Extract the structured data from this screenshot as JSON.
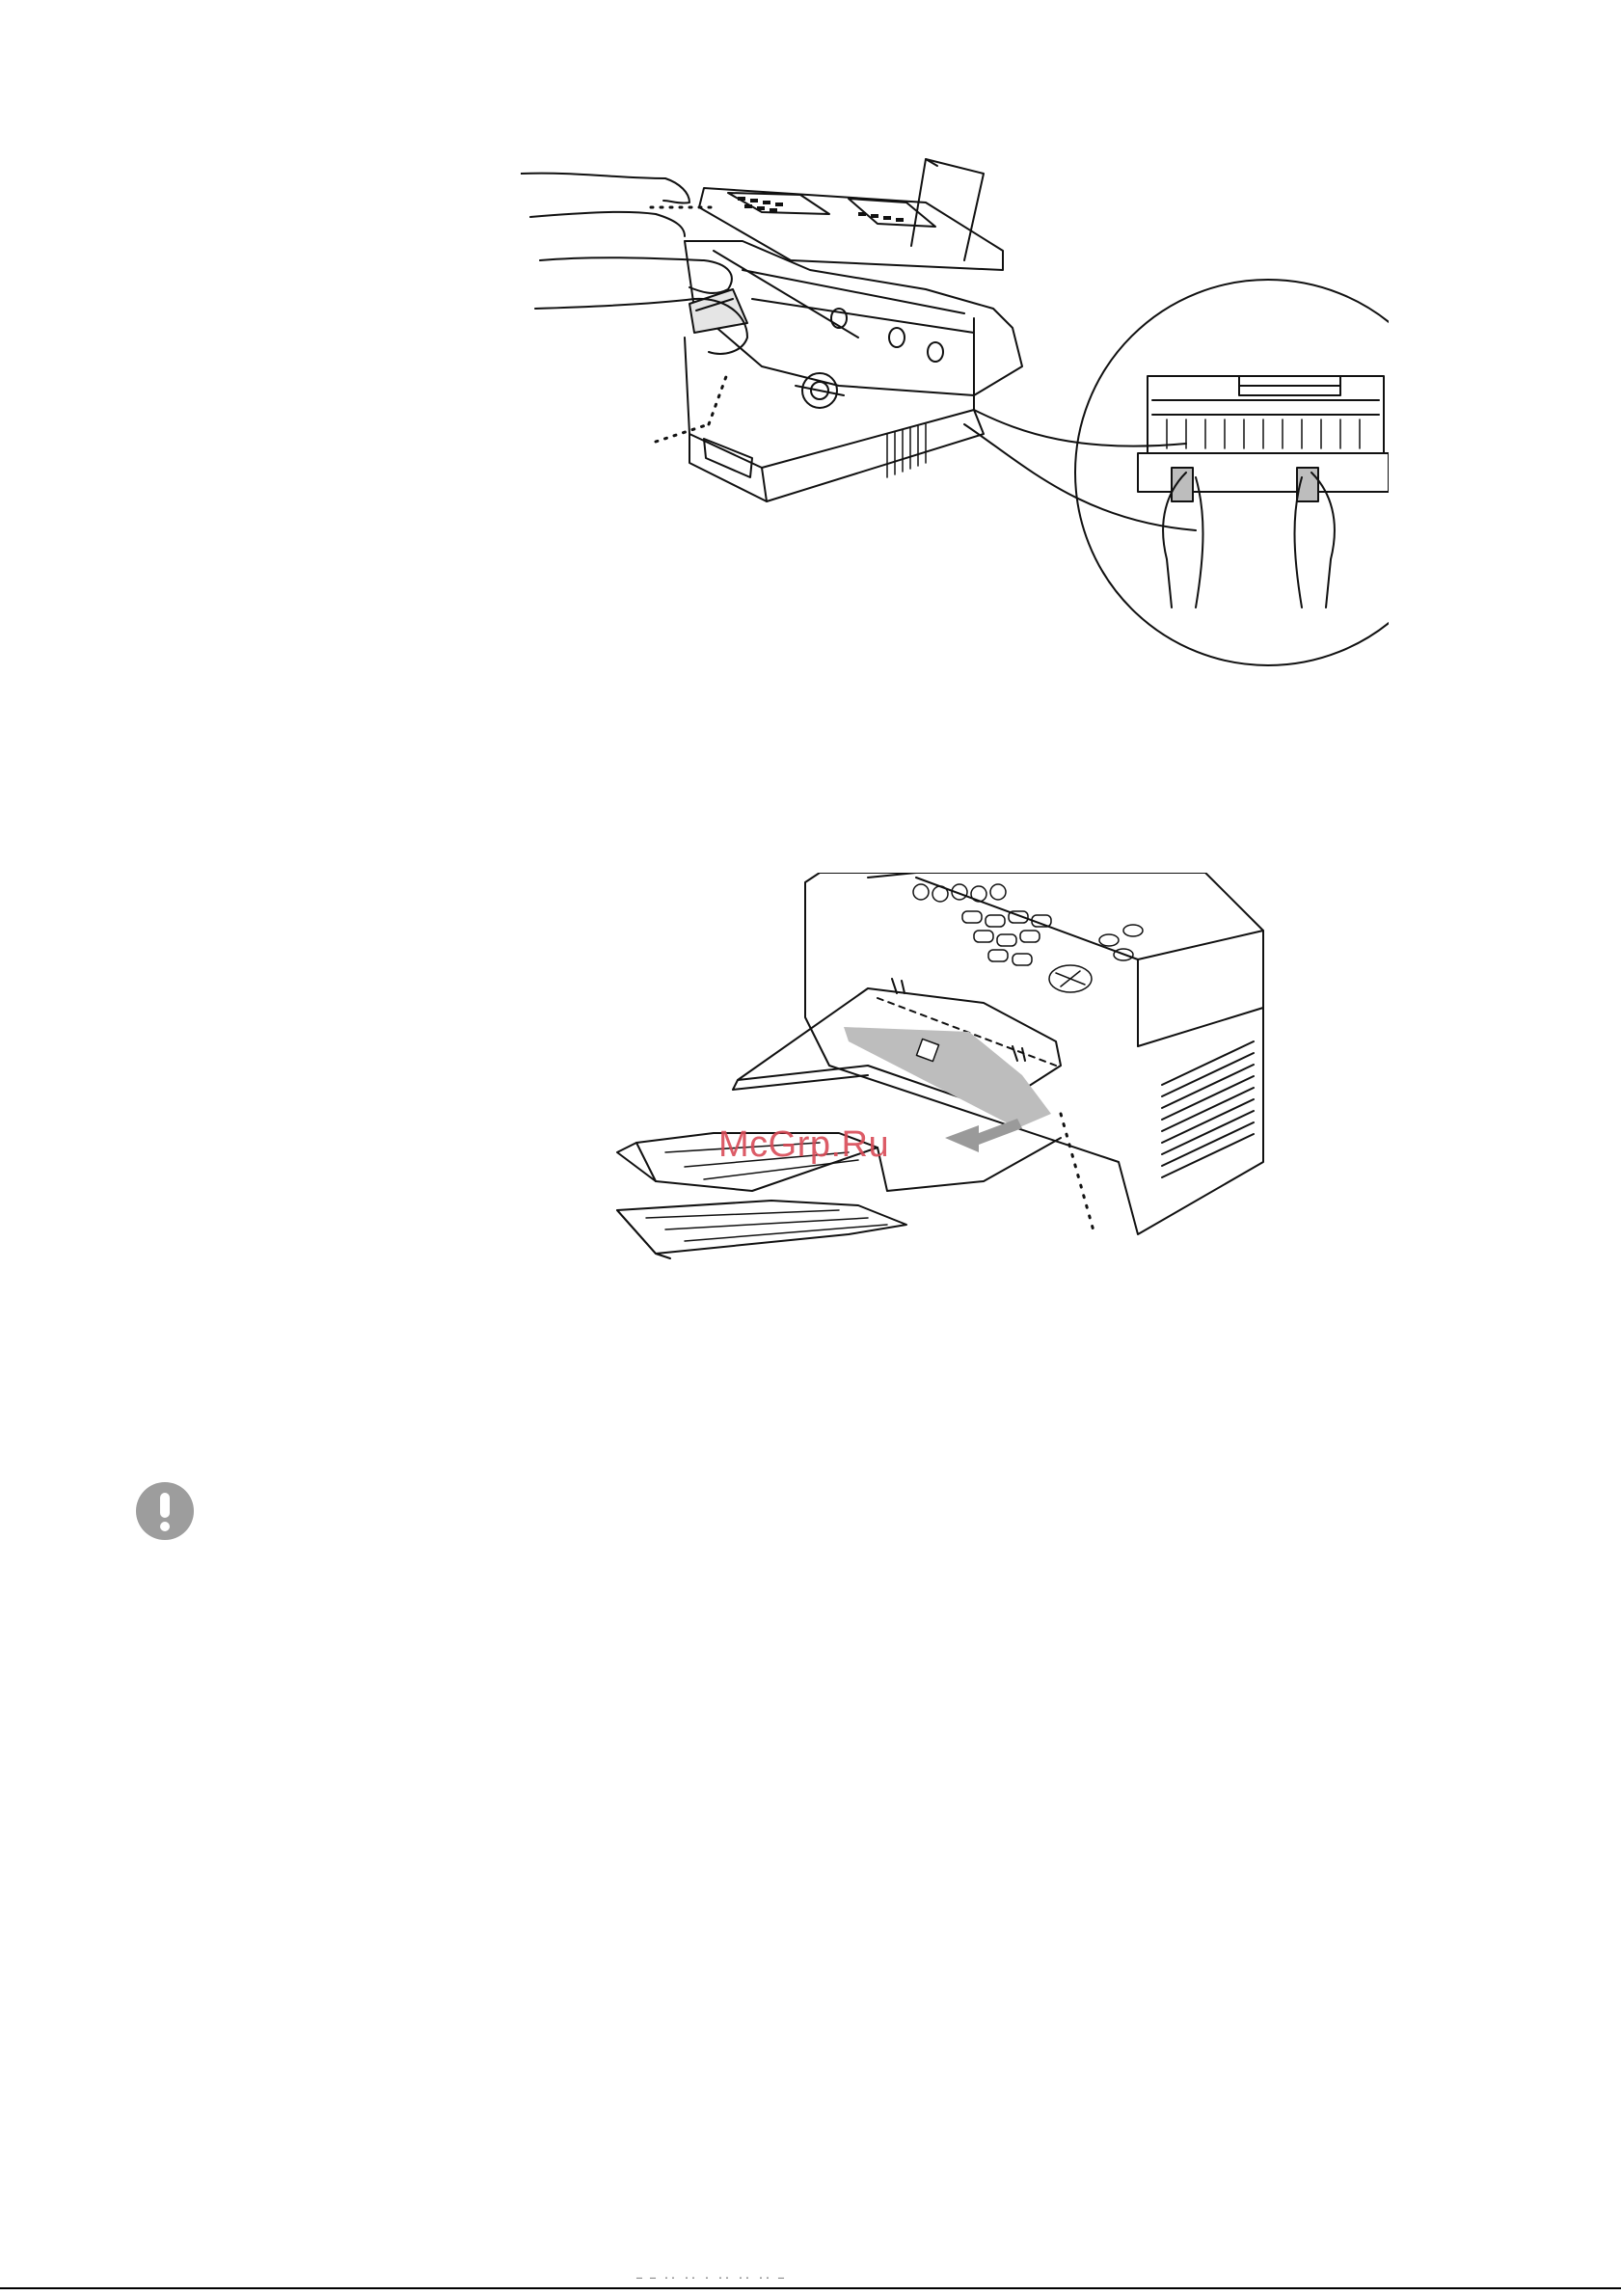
{
  "document": {
    "watermark_text": "McGrp.Ru",
    "footer_text": "— — ·· ·· · ·· ·· ·· —",
    "figures": [
      {
        "name": "open-cover-remove-jam",
        "icon": "fax-open-cover-illustration"
      },
      {
        "name": "pull-paper-from-output-tray",
        "icon": "fax-output-tray-illustration"
      }
    ],
    "caution_icon": "exclamation-circle-icon",
    "colors": {
      "watermark": "#d94b57",
      "caution": "#9d9d9d",
      "line": "#111111",
      "shade": "#bdbdbd"
    }
  }
}
